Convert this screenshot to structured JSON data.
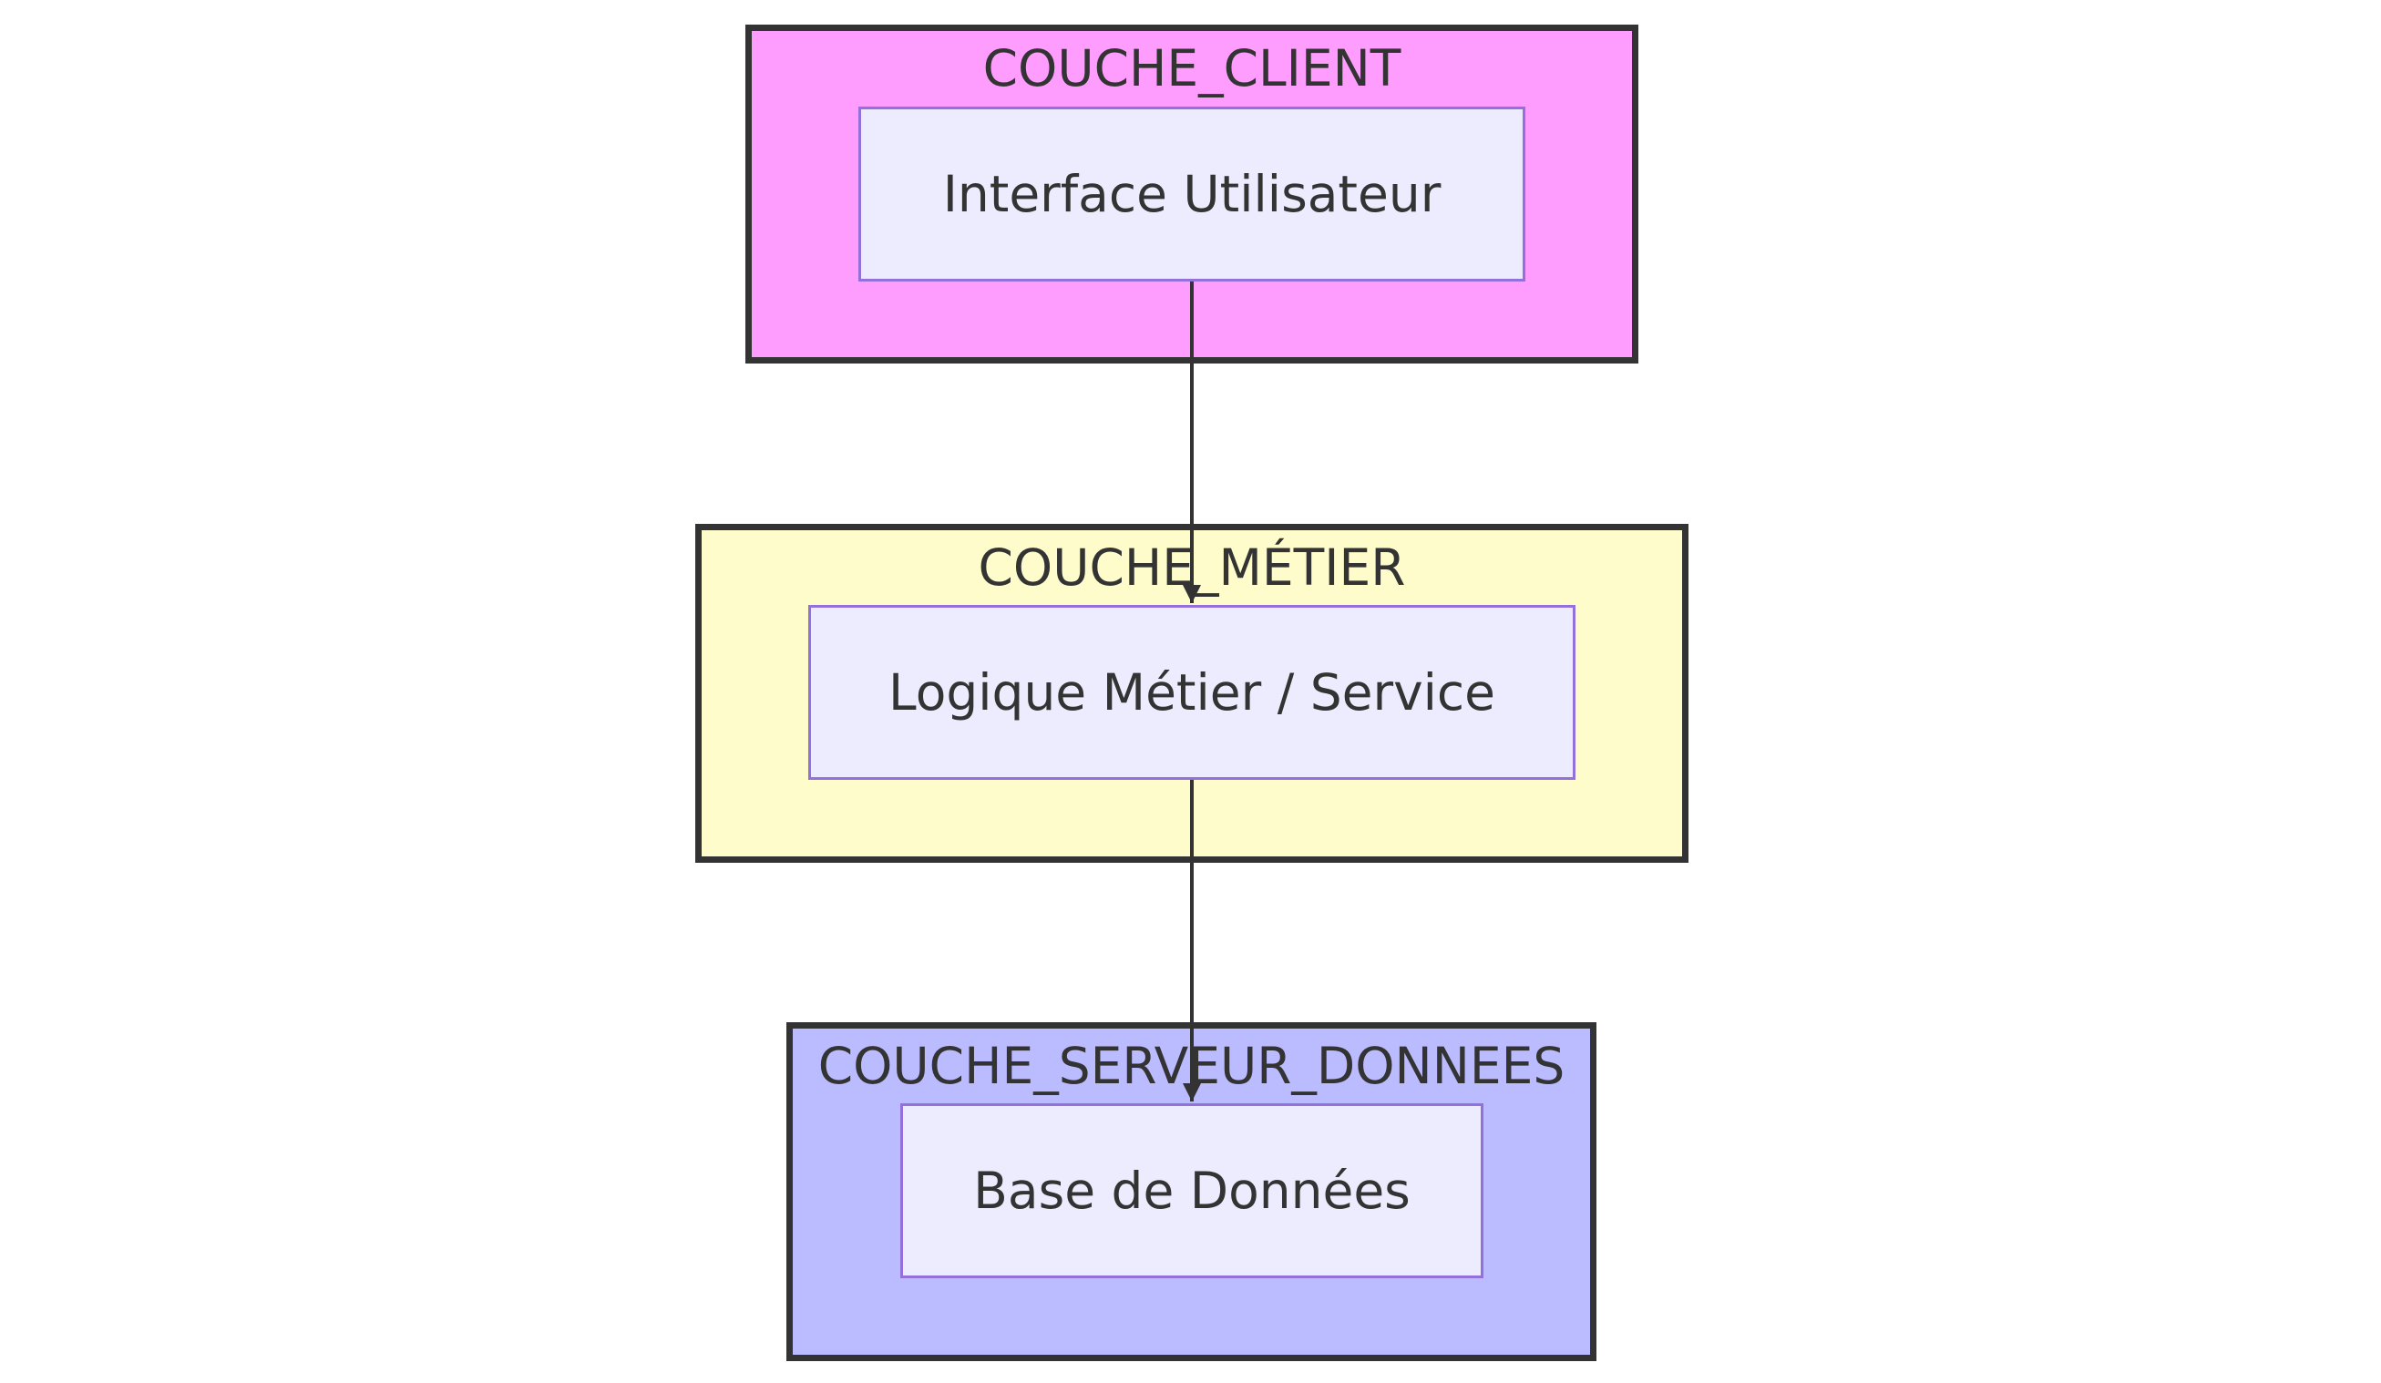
{
  "colors": {
    "client_layer": "#ff9dff",
    "metier_layer": "#fffccc",
    "data_layer": "#bbbcff",
    "node_fill": "#ececfe",
    "node_border": "#9370db",
    "edge": "#333333"
  },
  "layers": {
    "client": {
      "title": "COUCHE_CLIENT"
    },
    "metier": {
      "title": "COUCHE_MÉTIER"
    },
    "data": {
      "title": "COUCHE_SERVEUR_DONNEES"
    }
  },
  "nodes": {
    "ui": {
      "label": "Interface Utilisateur"
    },
    "metier": {
      "label": "Logique Métier / Service"
    },
    "db": {
      "label": "Base de Données"
    }
  },
  "edges": [
    {
      "from": "ui",
      "to": "metier"
    },
    {
      "from": "metier",
      "to": "db"
    }
  ]
}
